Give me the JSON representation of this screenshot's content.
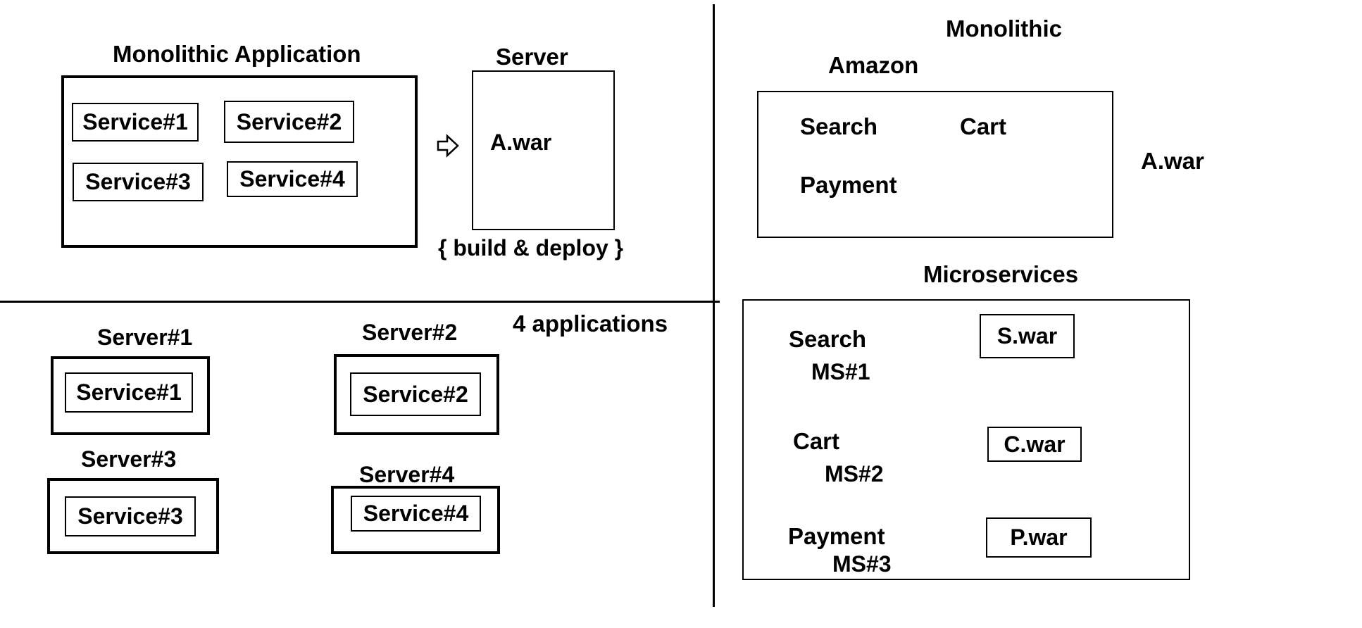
{
  "top_left": {
    "title": "Monolithic Application",
    "services": [
      "Service#1",
      "Service#2",
      "Service#3",
      "Service#4"
    ],
    "server_title": "Server",
    "server_file": "A.war",
    "caption": "{ build & deploy }"
  },
  "bottom_left": {
    "note": "4 applications",
    "servers": [
      {
        "label": "Server#1",
        "service": "Service#1"
      },
      {
        "label": "Server#2",
        "service": "Service#2"
      },
      {
        "label": "Server#3",
        "service": "Service#3"
      },
      {
        "label": "Server#4",
        "service": "Service#4"
      }
    ]
  },
  "monolithic": {
    "heading": "Monolithic",
    "company": "Amazon",
    "modules": [
      "Search",
      "Cart",
      "Payment"
    ],
    "artifact": "A.war"
  },
  "microservices": {
    "heading": "Microservices",
    "services": [
      {
        "name": "Search",
        "id": "MS#1",
        "artifact": "S.war"
      },
      {
        "name": "Cart",
        "id": "MS#2",
        "artifact": "C.war"
      },
      {
        "name": "Payment",
        "id": "MS#3",
        "artifact": "P.war"
      }
    ]
  }
}
